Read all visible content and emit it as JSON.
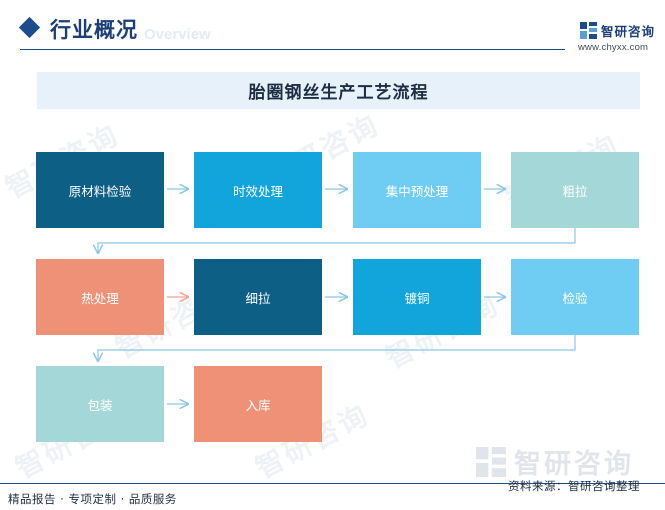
{
  "header": {
    "section_title": "行业概况",
    "section_subtitle": "Overview",
    "brand_name": "智研咨询",
    "brand_url": "www.chyxx.com"
  },
  "chart_title": "胎圈钢丝生产工艺流程",
  "steps": [
    {
      "label": "原材料检验",
      "color": "#0e5f86"
    },
    {
      "label": "时效处理",
      "color": "#12a5dc"
    },
    {
      "label": "集中预处理",
      "color": "#6fcdf3"
    },
    {
      "label": "粗拉",
      "color": "#a4d8d8"
    },
    {
      "label": "热处理",
      "color": "#ef9177"
    },
    {
      "label": "细拉",
      "color": "#0e5f86"
    },
    {
      "label": "镀铜",
      "color": "#12a5dc"
    },
    {
      "label": "检验",
      "color": "#6fcdf3"
    },
    {
      "label": "包装",
      "color": "#a4d8d8"
    },
    {
      "label": "入库",
      "color": "#ef9177"
    }
  ],
  "arrow_color": "#8cc8e6",
  "arrow_color_warm": "#f2a591",
  "watermark": "智研咨询",
  "footer": {
    "left": "精品报告 · 专项定制 · 品质服务",
    "right": "资料来源：智研咨询整理"
  }
}
